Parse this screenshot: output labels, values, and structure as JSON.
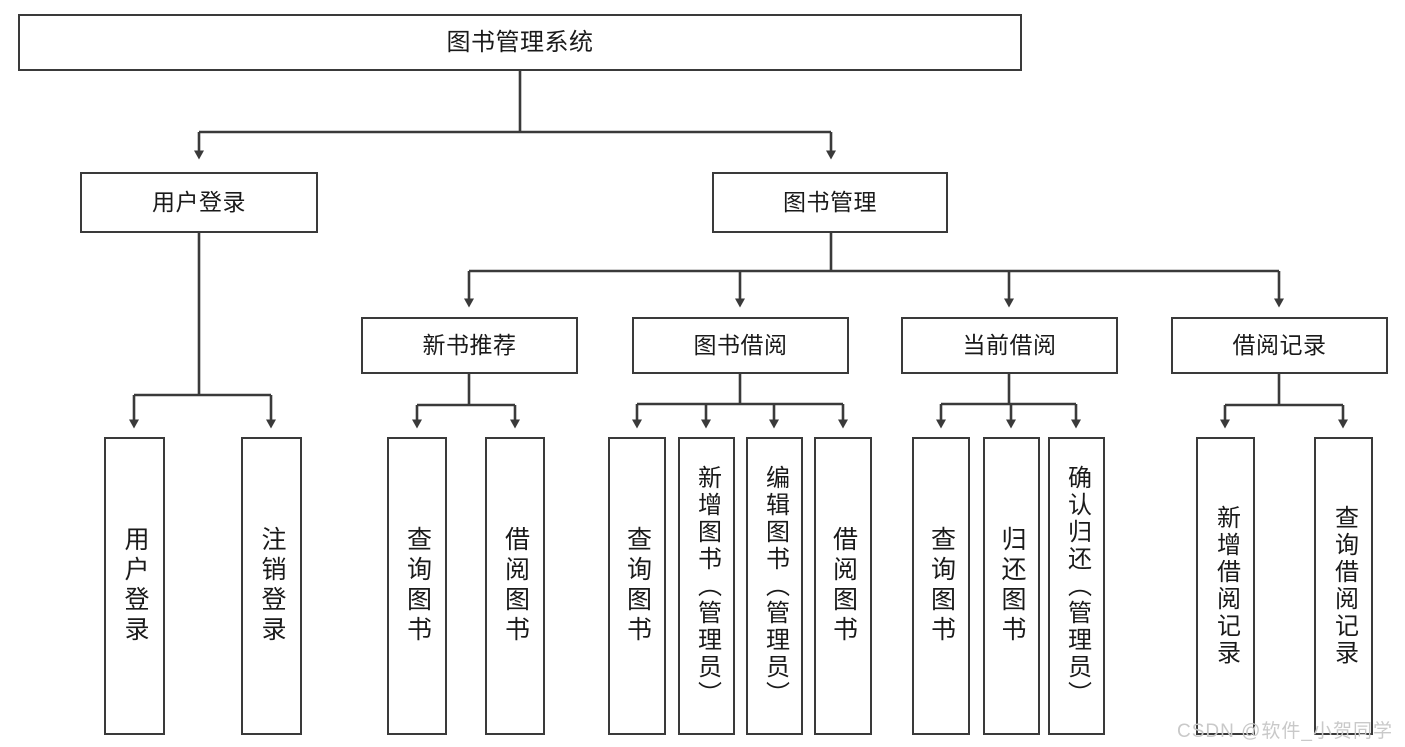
{
  "diagram": {
    "title": "图书管理系统",
    "type": "tree-hierarchy-chart",
    "colors": {
      "box_border": "#3a3a3a",
      "box_fill": "#ffffff",
      "edge": "#3a3a3a",
      "text": "#1a1a1a",
      "watermark": "#c9c9c9",
      "background": "#ffffff"
    },
    "root": {
      "id": "root",
      "label": "图书管理系统"
    },
    "level2": [
      {
        "id": "n-user-login",
        "label": "用户登录"
      },
      {
        "id": "n-book-manage",
        "label": "图书管理"
      }
    ],
    "level3": [
      {
        "id": "n-new-book-rec",
        "label": "新书推荐",
        "parent": "n-book-manage"
      },
      {
        "id": "n-book-borrow",
        "label": "图书借阅",
        "parent": "n-book-manage"
      },
      {
        "id": "n-current-borrow",
        "label": "当前借阅",
        "parent": "n-book-manage"
      },
      {
        "id": "n-borrow-record",
        "label": "借阅记录",
        "parent": "n-book-manage"
      }
    ],
    "leaves": [
      {
        "id": "l-user-login",
        "label": "用户登录",
        "parent": "n-user-login"
      },
      {
        "id": "l-user-logout",
        "label": "注销登录",
        "parent": "n-user-login"
      },
      {
        "id": "l-rec-query-book",
        "label": "查询图书",
        "parent": "n-new-book-rec"
      },
      {
        "id": "l-rec-borrow-book",
        "label": "借阅图书",
        "parent": "n-new-book-rec"
      },
      {
        "id": "l-bb-query-book",
        "label": "查询图书",
        "parent": "n-book-borrow"
      },
      {
        "id": "l-bb-add-book",
        "label": "新增图书（管理员）",
        "parent": "n-book-borrow"
      },
      {
        "id": "l-bb-edit-book",
        "label": "编辑图书（管理员）",
        "parent": "n-book-borrow"
      },
      {
        "id": "l-bb-borrow-book",
        "label": "借阅图书",
        "parent": "n-book-borrow"
      },
      {
        "id": "l-cb-query-book",
        "label": "查询图书",
        "parent": "n-current-borrow"
      },
      {
        "id": "l-cb-return-book",
        "label": "归还图书",
        "parent": "n-current-borrow"
      },
      {
        "id": "l-cb-confirm-return",
        "label": "确认归还（管理员）",
        "parent": "n-current-borrow"
      },
      {
        "id": "l-br-add-record",
        "label": "新增借阅记录",
        "parent": "n-borrow-record"
      },
      {
        "id": "l-br-query-record",
        "label": "查询借阅记录",
        "parent": "n-borrow-record"
      }
    ]
  },
  "watermark": {
    "text": "CSDN @软件_小贺同学"
  }
}
